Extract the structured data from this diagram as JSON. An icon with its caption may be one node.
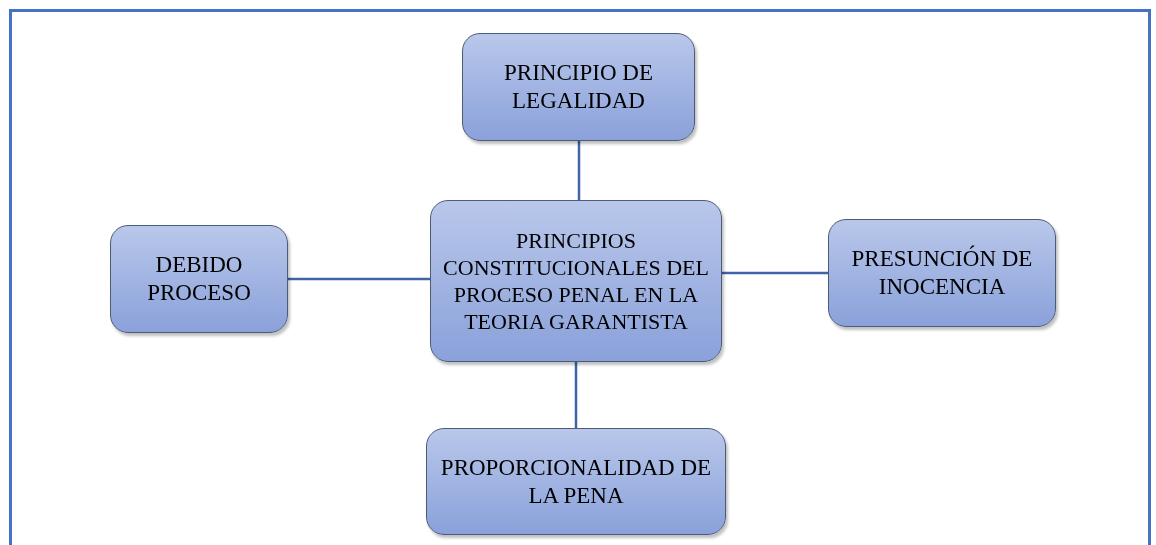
{
  "diagram": {
    "nodes": [
      {
        "text": [
          "PRINCIPIOS CONSTITUCIONALES DEL PROCESO PENAL EN LA TEORIA GARANTISTA"
        ]
      },
      {
        "text": [
          "PRINCIPIO DE LEGALIDAD"
        ]
      },
      {
        "text": [
          "DEBIDO PROCESO"
        ]
      },
      {
        "text": [
          "PRESUNCIÓN DE INOCENCIA"
        ]
      },
      {
        "text": [
          "PROPORCIONALIDAD DE LA PENA"
        ]
      }
    ],
    "edges": [
      {
        "from": 0,
        "to": 1,
        "arrow": "none"
      },
      {
        "from": 0,
        "to": 2,
        "arrow": "none"
      },
      {
        "from": 0,
        "to": 3,
        "arrow": "none"
      },
      {
        "from": 0,
        "to": 4,
        "arrow": "none"
      }
    ]
  }
}
